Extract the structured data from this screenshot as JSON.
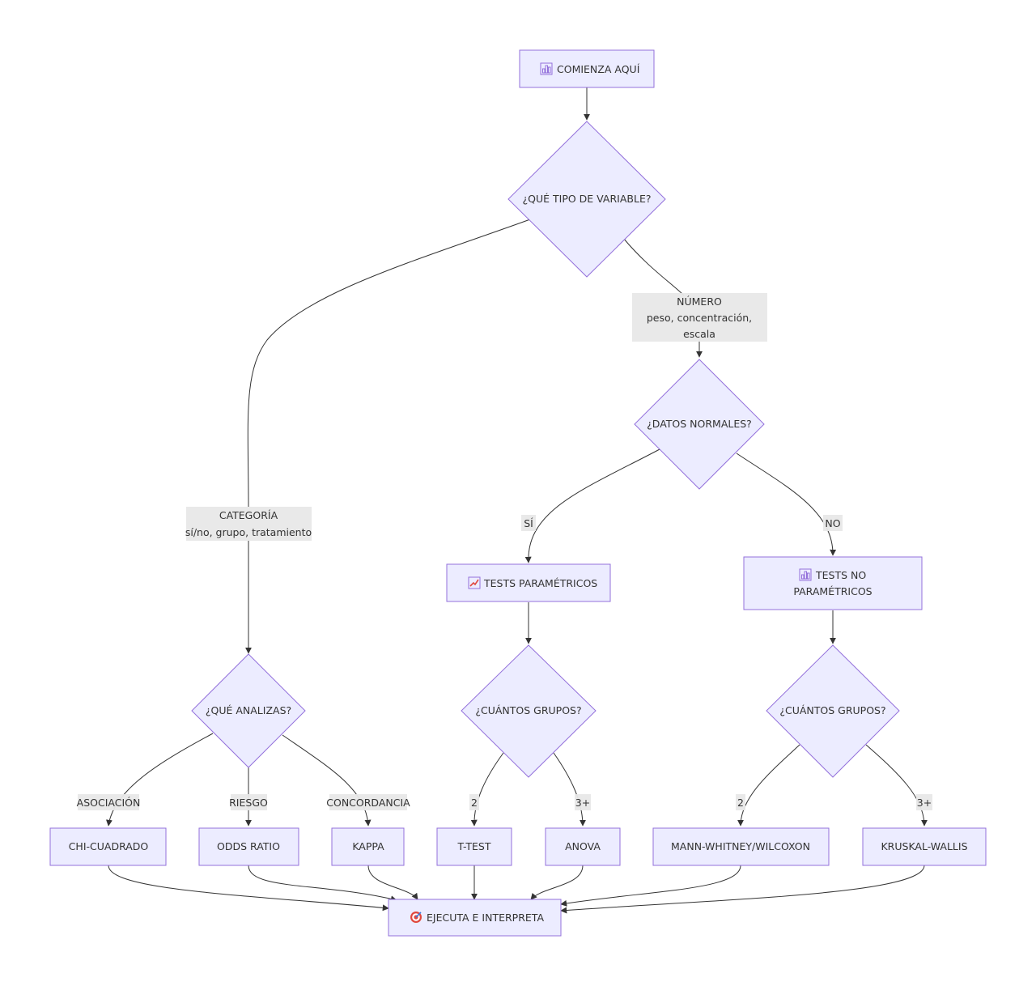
{
  "nodes": {
    "start": "COMIENZA AQUÍ",
    "q_var": "¿QUÉ TIPO DE VARIABLE?",
    "q_normal": "¿DATOS NORMALES?",
    "param": "TESTS PARAMÉTRICOS",
    "nonparam_1": "TESTS NO",
    "nonparam_2": "PARAMÉTRICOS",
    "q_analyze": "¿QUÉ ANALIZAS?",
    "q_groups_param": "¿CUÁNTOS GRUPOS?",
    "q_groups_nonparam": "¿CUÁNTOS GRUPOS?",
    "chi": "CHI-CUADRADO",
    "odds": "ODDS RATIO",
    "kappa": "KAPPA",
    "ttest": "T-TEST",
    "anova": "ANOVA",
    "mann": "MANN-WHITNEY/WILCOXON",
    "kruskal": "KRUSKAL-WALLIS",
    "end": "EJECUTA E INTERPRETA"
  },
  "edge_labels": {
    "numero_1": "NÚMERO",
    "numero_2": "peso, concentración,",
    "numero_3": "escala",
    "categoria_1": "CATEGORÍA",
    "categoria_2": "sí/no, grupo, tratamiento",
    "si": "SÍ",
    "no": "NO",
    "asociacion": "ASOCIACIÓN",
    "riesgo": "RIESGO",
    "concordancia": "CONCORDANCIA",
    "two_param": "2",
    "three_param": "3+",
    "two_nonparam": "2",
    "three_nonparam": "3+"
  },
  "icons": {
    "start": "bar-chart-icon",
    "param": "line-chart-icon",
    "nonparam": "bar-chart-icon",
    "end": "target-icon"
  },
  "colors": {
    "node_fill": "#ececff",
    "node_stroke": "#9370db",
    "edge": "#333333",
    "edge_label_bg": "#e8e8e8"
  }
}
